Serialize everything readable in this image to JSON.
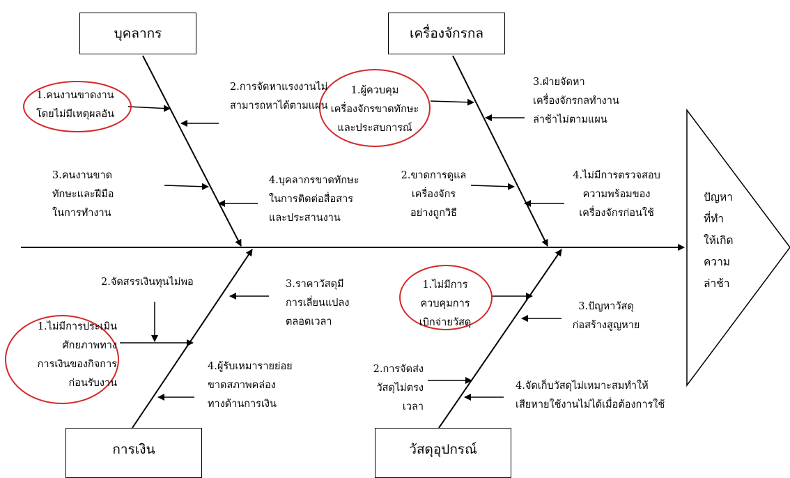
{
  "categories": {
    "personnel": "บุคลากร",
    "machinery": "เครื่องจักรกล",
    "finance": "การเงิน",
    "materials": "วัสดุอุปกรณ์"
  },
  "problem": "ปัญหา\nที่ทำ\nให้เกิด\nความ\nล่าช้า",
  "causes": {
    "personnel": [
      "1.คนงานขาดงาน\nโดยไม่มีเหตุผลอัน",
      "3.คนงานขาด\nทักษะและฝีมือ\nในการทำงาน",
      "2.การจัดหาแรงงานไม่\nสามารถหาได้ตามแผน",
      "4.บุคลากรขาดทักษะ\nในการติดต่อสื่อสาร\nและประสานงาน"
    ],
    "machinery": [
      "1.ผู้ควบคุม\nเครื่องจักรขาดทักษะ\nและประสบการณ์",
      "3.ฝ่ายจัดหา\nเครื่องจักรกลทำงาน\nล่าช้าไม่ตามแผน",
      "2.ขาดการดูแล\nเครื่องจักร\nอย่างถูกวิธี",
      "4.ไม่มีการตรวจสอบ\nความพร้อมของ\nเครื่องจักรก่อนใช้"
    ],
    "finance": [
      "2.จัดสรรเงินทุนไม่พอ",
      "3.ราคาวัสดุมี\nการเลี่ยนแปลง\nตลอดเวลา",
      "1.ไม่มีการประเมิน\nศักยภาพทาง\nการเงินของกิจการ\nก่อนรับงาน",
      "4.ผู้รับเหมารายย่อย\nขาดสภาพคล่อง\nทางด้านการเงิน"
    ],
    "materials": [
      "1.ไม่มีการ\nควบคุมการ\nเบิกจ่ายวัสดุ",
      "3.ปัญหาวัสดุ\nก่อสร้างสูญหาย",
      "2.การจัดส่ง\nวัสดุไม่ตรง\nเวลา",
      "4.จัดเก็บวัสดุไม่เหมาะสมทำให้\nเสียหายใช้งานไม่ได้เมื่อต้องการใช้"
    ]
  },
  "colors": {
    "line": "#000000",
    "highlight": "#d42a2a"
  }
}
